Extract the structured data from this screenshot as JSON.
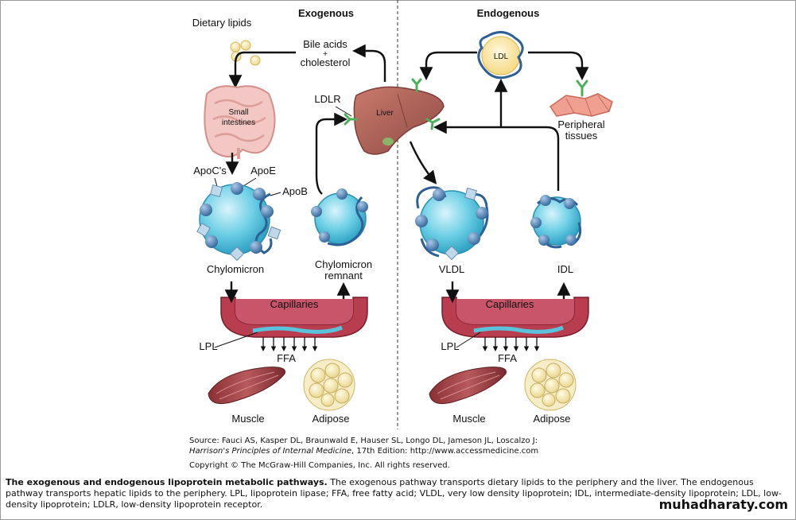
{
  "headers": {
    "exogenous": "Exogenous",
    "endogenous": "Endogenous"
  },
  "exogenous": {
    "dietary_lipids": "Dietary lipids",
    "bile_acids": [
      "Bile acids",
      "+",
      "cholesterol"
    ],
    "small_intestines": [
      "Small",
      "intestines"
    ],
    "ldlr": "LDLR",
    "liver": "Liver",
    "apoc": "ApoC's",
    "apoe": "ApoE",
    "apob": "ApoB",
    "chylomicron": "Chylomicron",
    "chylomicron_remnant": [
      "Chylomicron",
      "remnant"
    ],
    "capillaries": "Capillaries",
    "lpl": "LPL",
    "ffa": "FFA",
    "muscle": "Muscle",
    "adipose": "Adipose"
  },
  "endogenous": {
    "ldl": "LDL",
    "peripheral_tissues": [
      "Peripheral",
      "tissues"
    ],
    "vldl": "VLDL",
    "idl": "IDL",
    "capillaries": "Capillaries",
    "lpl": "LPL",
    "ffa": "FFA",
    "muscle": "Muscle",
    "adipose": "Adipose"
  },
  "source": {
    "line1": "Source: Fauci AS, Kasper DL, Braunwald E, Hauser SL, Longo DL, Jameson JL, Loscalzo J:",
    "line2_italic": "Harrison's Principles of Internal Medicine",
    "line2_rest": ", 17th Edition: http://www.accessmedicine.com",
    "copyright": "Copyright © The McGraw-Hill Companies, Inc. All rights reserved."
  },
  "caption": {
    "bold": "The exogenous and endogenous lipoprotein metabolic pathways.",
    "text": " The exogenous pathway transports dietary lipids to the periphery and the liver. The endogenous pathway transports hepatic lipids to the periphery. LPL, lipoprotein lipase; FFA, free fatty acid; VLDL, very low density lipoprotein; IDL, intermediate-density lipoprotein; LDL, low-density lipoprotein; LDLR, low-density lipoprotein receptor."
  },
  "watermark": "muhadharaty.com",
  "colors": {
    "particle": "#5ac3dc",
    "apo_ball": "#4a7fb3",
    "apob_strand": "#2e6096",
    "liver": "#a85c52",
    "vessel": "#b83d4e",
    "ldl_core": "#fbe7a6",
    "receptor": "#4fae5a"
  }
}
